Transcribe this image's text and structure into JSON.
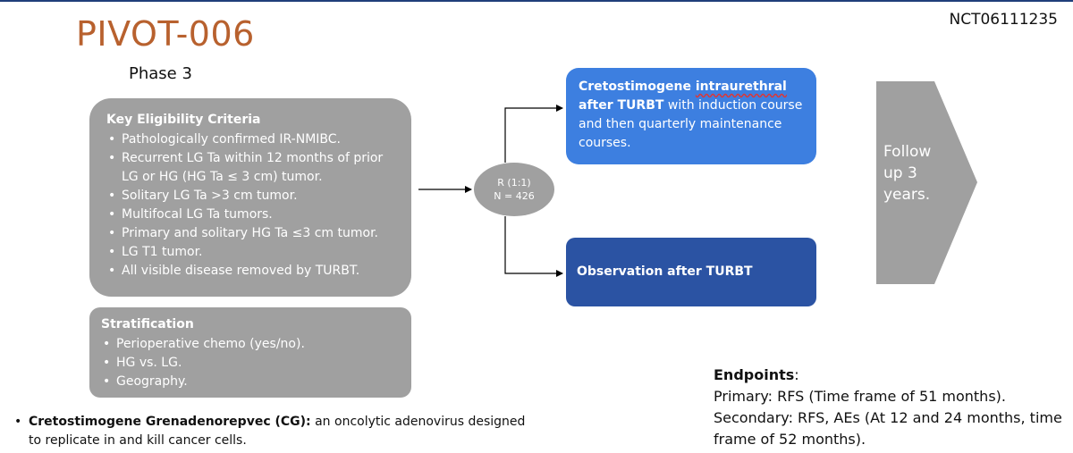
{
  "header": {
    "trial_id": "NCT06111235",
    "title": "PIVOT-006",
    "phase": "Phase 3"
  },
  "eligibility": {
    "heading": "Key Eligibility Criteria",
    "items": [
      "Pathologically confirmed IR-NMIBC.",
      "Recurrent LG Ta within 12 months of prior LG or HG (HG Ta ≤ 3 cm) tumor.",
      "Solitary LG Ta >3 cm tumor.",
      "Multifocal LG Ta tumors.",
      "Primary and solitary HG Ta ≤3 cm tumor.",
      "LG T1 tumor.",
      "All visible disease removed by TURBT."
    ]
  },
  "stratification": {
    "heading": "Stratification",
    "items": [
      "Perioperative chemo (yes/no).",
      "HG vs. LG.",
      "Geography."
    ]
  },
  "randomization": {
    "ratio": "R (1:1)",
    "n": "N = 426"
  },
  "arms": {
    "arm1": {
      "part1": "Cretostimogene ",
      "part2": "intraurethral",
      "part3": " after TURBT",
      "part4": " with induction course and then quarterly maintenance courses."
    },
    "arm2": {
      "label": "Observation after TURBT"
    }
  },
  "followup": {
    "label": "Follow up 3 years."
  },
  "note": {
    "term": "Cretostimogene Grenadenorepvec (CG):",
    "text": " an oncolytic adenovirus designed to replicate in and kill cancer cells."
  },
  "endpoints": {
    "heading": "Endpoints",
    "colon": ":",
    "primary": "Primary: RFS (Time frame of 51 months).",
    "secondary": "Secondary: RFS, AEs (At 12 and 24 months, time frame of 52 months)."
  },
  "colors": {
    "title": "#b8612e",
    "grey": "#a0a0a0",
    "arm1": "#3d7fe0",
    "arm2": "#2b53a3"
  }
}
